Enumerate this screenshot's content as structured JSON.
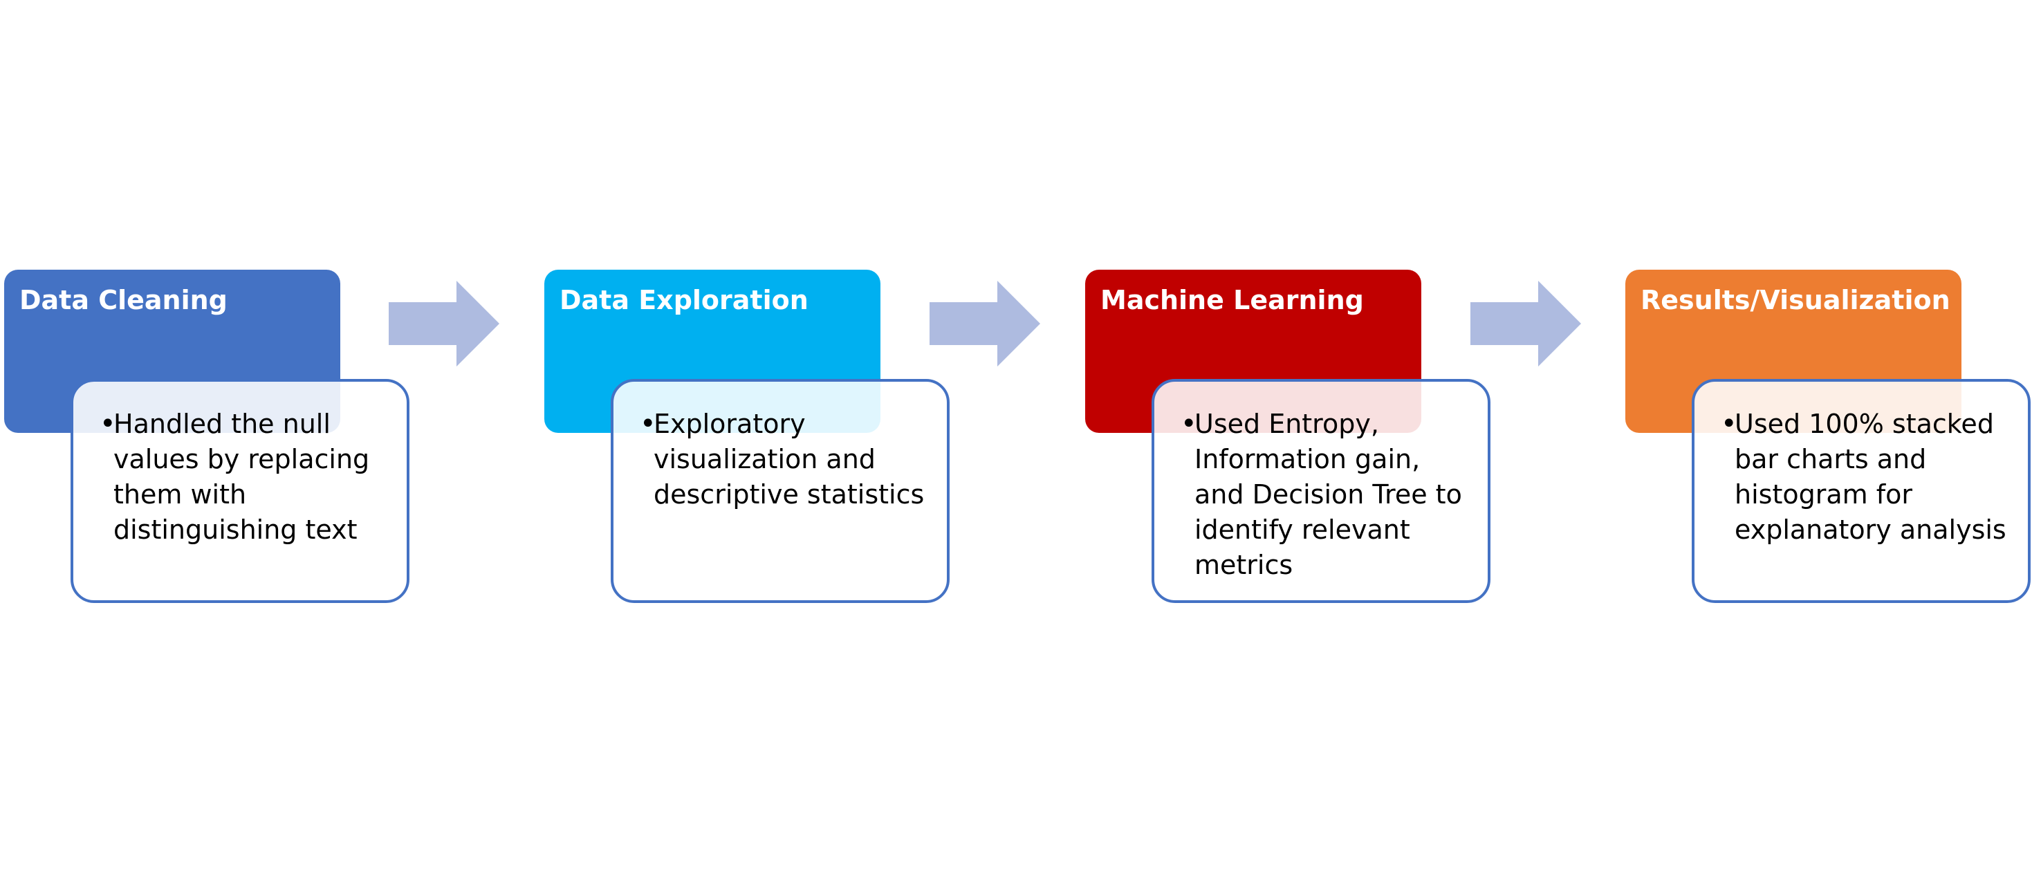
{
  "colors": {
    "detail_border": "#4472c4",
    "arrow": "#aebbe0"
  },
  "steps": [
    {
      "title": "Data Cleaning",
      "color": "#4472c4",
      "bullet": "Handled the null\nvalues by replacing\nthem with\ndistinguishing text"
    },
    {
      "title": "Data Exploration",
      "color": "#00b0f0",
      "bullet": "Exploratory\nvisualization and\ndescriptive statistics"
    },
    {
      "title": "Machine Learning",
      "color": "#c00000",
      "bullet": "Used Entropy,\nInformation gain,\nand Decision Tree to\nidentify relevant\nmetrics"
    },
    {
      "title": "Results/Visualization",
      "color": "#ed7d31",
      "bullet": "Used 100% stacked\nbar charts and\nhistogram for\nexplanatory analysis"
    }
  ],
  "connectors": [
    {
      "icon": "right-arrow-icon"
    },
    {
      "icon": "right-arrow-icon"
    },
    {
      "icon": "right-arrow-icon"
    }
  ]
}
